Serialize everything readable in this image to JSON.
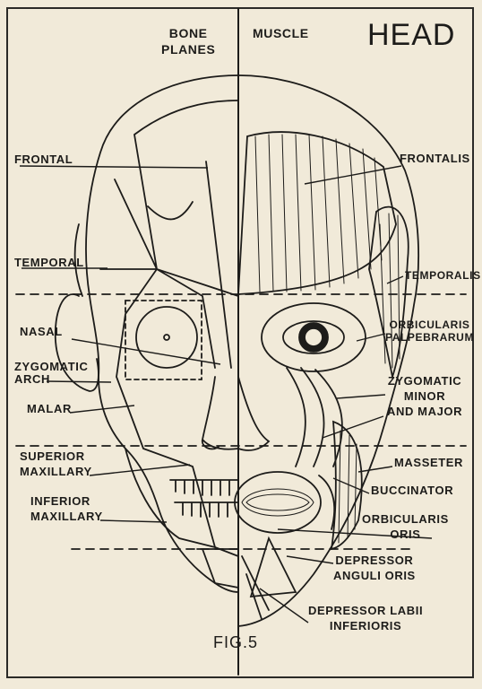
{
  "header": {
    "bone_planes": [
      "BONE",
      "PLANES"
    ],
    "muscle": "MUSCLE",
    "title": "HEAD"
  },
  "bone_labels": {
    "frontal": "FRONTAL",
    "temporal": "TEMPORAL",
    "nasal": "NASAL",
    "zygomatic_arch": [
      "ZYGOMATIC",
      "ARCH"
    ],
    "malar": "MALAR",
    "superior_maxillary": [
      "SUPERIOR",
      "MAXILLARY"
    ],
    "inferior_maxillary": [
      "INFERIOR",
      "MAXILLARY"
    ]
  },
  "muscle_labels": {
    "frontalis": "FRONTALIS",
    "temporalis": "TEMPORALIS",
    "orbicularis_palpebrarum": [
      "ORBICULARIS",
      "PALPEBRARUM"
    ],
    "zygomatic_minor_major": [
      "ZYGOMATIC",
      "MINOR",
      "AND MAJOR"
    ],
    "masseter": "MASSETER",
    "buccinator": "BUCCINATOR",
    "orbicularis_oris": [
      "ORBICULARIS",
      "ORIS"
    ],
    "depressor_anguli_oris": [
      "DEPRESSOR",
      "ANGULI ORIS"
    ],
    "depressor_labii_inferioris": [
      "DEPRESSOR LABII",
      "INFERIORIS"
    ]
  },
  "caption": "FIG.5",
  "colors": {
    "paper": "#f1ead9",
    "ink": "#1d1c1a"
  }
}
